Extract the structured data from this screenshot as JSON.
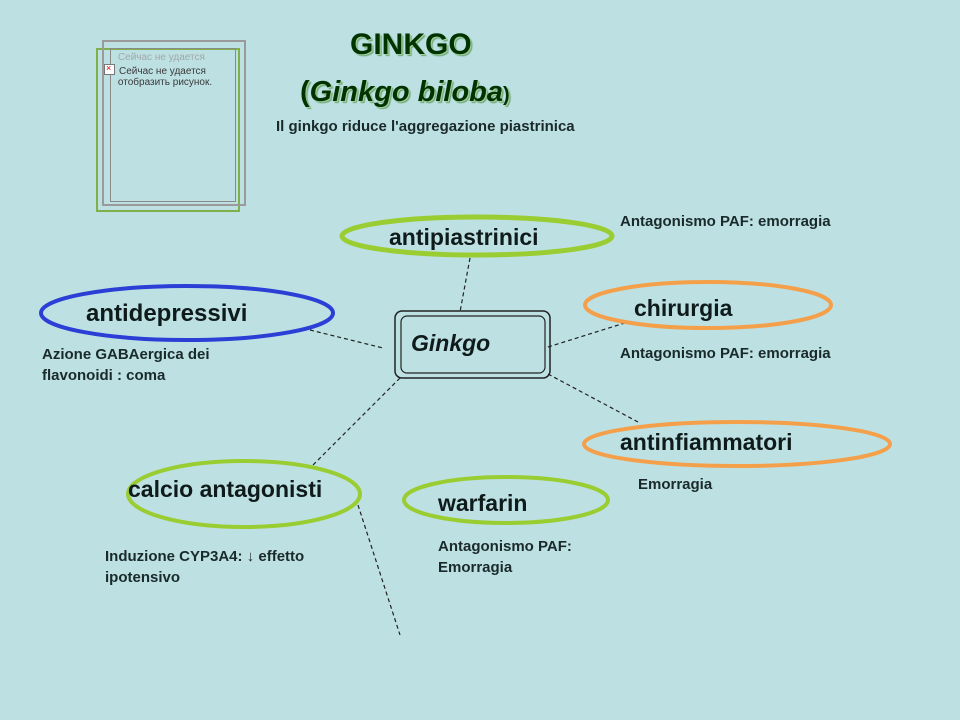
{
  "title": "GINKGO",
  "subtitle": {
    "open": "(",
    "name": "Ginkgo biloba",
    "close": ")"
  },
  "intro": "Il ginkgo riduce l'aggregazione piastrinica",
  "image_placeholder": {
    "text_line1": "Сейчас не удается",
    "text_line2": "отобразить рисунок."
  },
  "center": {
    "label": "Ginkgo"
  },
  "nodes": {
    "antipiastrinici": {
      "label": "antipiastrinici",
      "color": "#9acd32",
      "note": "Antagonismo PAF: emorragia"
    },
    "chirurgia": {
      "label": "chirurgia",
      "color": "#f4a04a",
      "note": "Antagonismo PAF: emorragia"
    },
    "antidepressivi": {
      "label": "antidepressivi",
      "color": "#2b3fd6",
      "note_line1": "Azione GABAergica dei",
      "note_line2": "flavonoidi : coma"
    },
    "antinfiammatori": {
      "label": "antinfiammatori",
      "color": "#f4a04a",
      "note": "Emorragia"
    },
    "calcio": {
      "label": "calcio antagonisti",
      "color": "#9acd32",
      "note_line1a": "Induzione CYP3A4: ",
      "arrow_symbol": "↓",
      "note_line1b": " effetto",
      "note_line2": "ipotensivo"
    },
    "warfarin": {
      "label": "warfarin",
      "color": "#9acd32",
      "note_line1": "Antagonismo PAF:",
      "note_line2": "Emorragia"
    }
  }
}
